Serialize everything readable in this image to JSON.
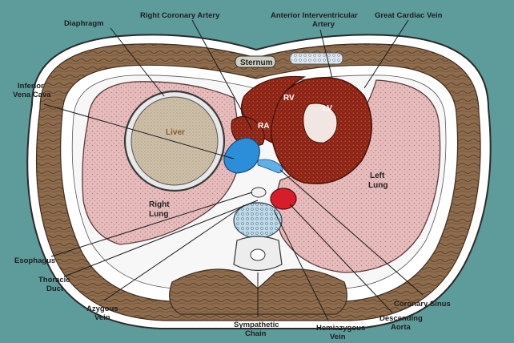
{
  "colors": {
    "background": "#5e9b9b",
    "body_outline": "#ffffff",
    "muscle": "#8a6a4e",
    "lung": "#e3b8b8",
    "liver": "#cdbfa8",
    "heart": "#8a1e12",
    "vena_cava": "#2d8fd6",
    "aorta": "#d51e2a",
    "vertebra": "#b9d6e8"
  },
  "icons": [
    "label-leader-line"
  ],
  "outer_labels": {
    "diaphragm": "Diaphragm",
    "right_coronary_artery": "Right Coronary Artery",
    "anterior_interventricular_artery_1": "Anterior Interventricular",
    "anterior_interventricular_artery_2": "Artery",
    "great_cardiac_vein": "Great Cardiac Vein",
    "inferior_vena_cava_1": "Inferior",
    "inferior_vena_cava_2": "Vena Cava",
    "esophagus": "Esophagus",
    "thoracic_duct_1": "Thoracic",
    "thoracic_duct_2": "Duct",
    "azygous_vein_1": "Azygous",
    "azygous_vein_2": "Vein",
    "sympathetic_chain_1": "Sympathetic",
    "sympathetic_chain_2": "Chain",
    "hemiazygous_vein_1": "Hemiazygous",
    "hemiazygous_vein_2": "Vein",
    "descending_aorta_1": "Descending",
    "descending_aorta_2": "Aorta",
    "coronary_sinus": "Coronary Sinus"
  },
  "inner_labels": {
    "sternum": "Sternum",
    "liver": "Liver",
    "rv": "RV",
    "lv": "LV",
    "ra": "RA",
    "left_lung_1": "Left",
    "left_lung_2": "Lung",
    "right_lung_1": "Right",
    "right_lung_2": "Lung"
  }
}
